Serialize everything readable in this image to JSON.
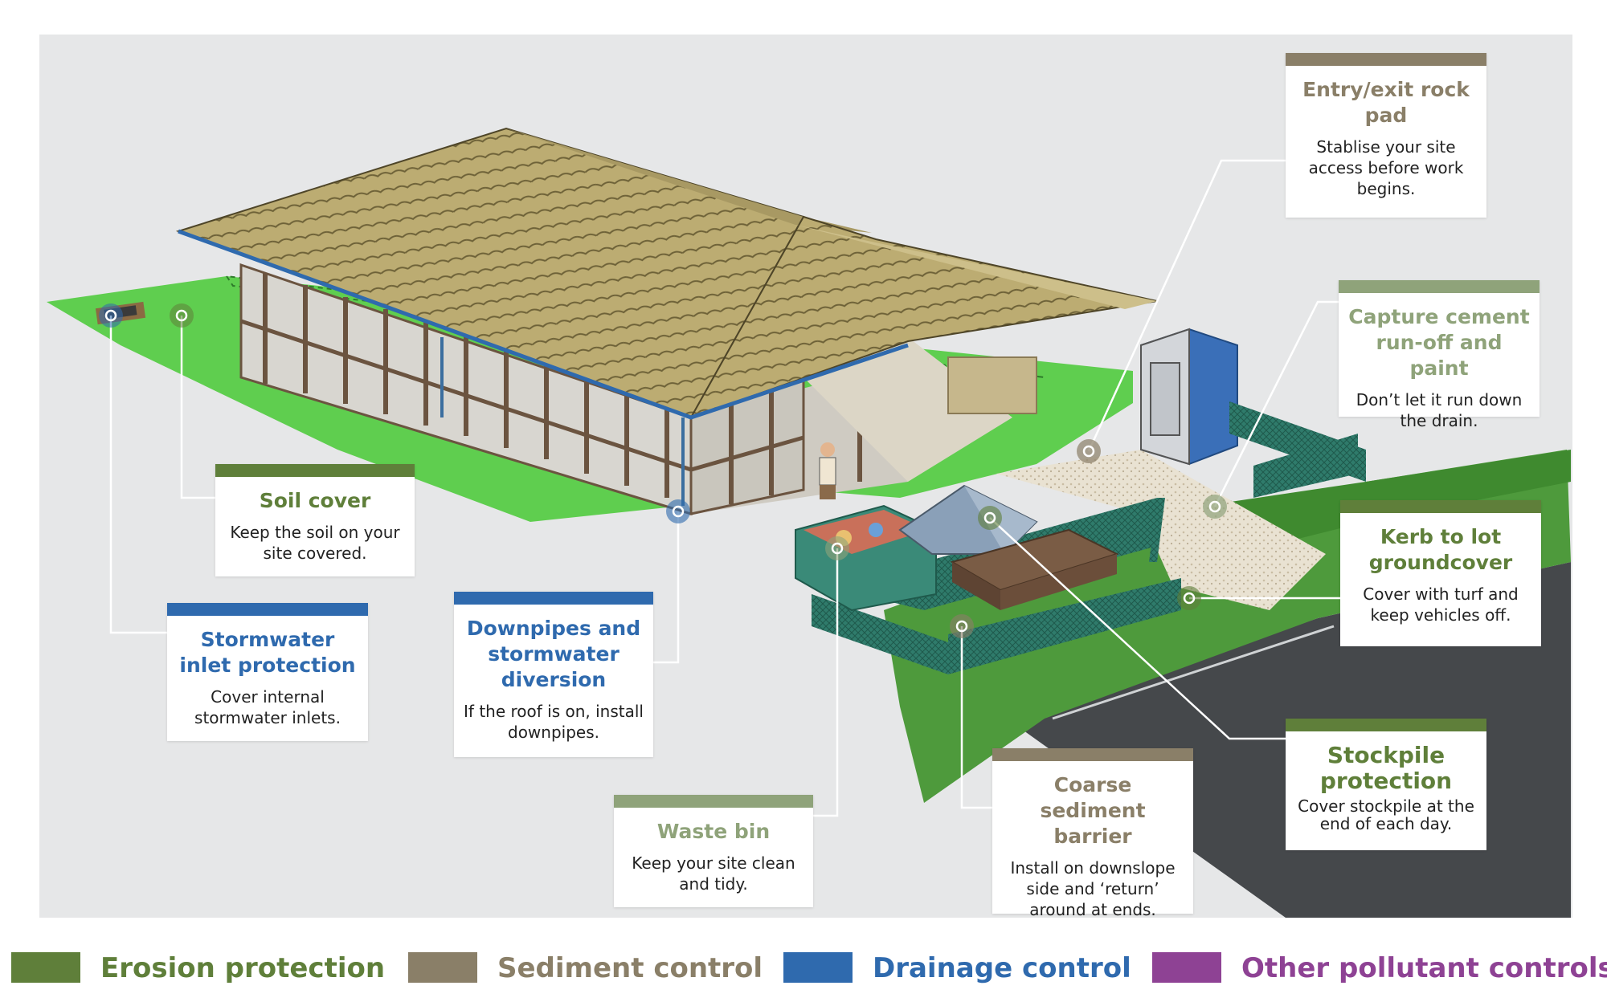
{
  "callouts": {
    "soil_cover": {
      "title": "Soil cover",
      "desc": "Keep the soil on your site covered."
    },
    "stormwater_inlet": {
      "title": "Stormwater inlet protection",
      "desc": "Cover internal stormwater inlets."
    },
    "downpipes": {
      "title": "Downpipes and stormwater diversion",
      "desc": "If the roof is on, install downpipes."
    },
    "waste_bin": {
      "title": "Waste bin",
      "desc": "Keep your site clean and tidy."
    },
    "coarse_sediment": {
      "title": "Coarse sediment barrier",
      "desc": "Install on downslope side and ‘return’ around at ends."
    },
    "stockpile": {
      "title": "Stockpile protection",
      "desc": "Cover stockpile at the end of each day."
    },
    "kerb_to_lot": {
      "title": "Kerb to lot groundcover",
      "desc": "Cover with turf and keep vehicles off."
    },
    "capture_cement": {
      "title": "Capture cement run-off and paint",
      "desc": "Don’t let it run down the drain."
    },
    "entry_exit": {
      "title": "Entry/exit rock pad",
      "desc": "Stablise your site access before work begins."
    }
  },
  "legend": [
    {
      "label": "Erosion protection",
      "color": "#5f7f3a"
    },
    {
      "label": "Sediment control",
      "color": "#8a7f68"
    },
    {
      "label": "Drainage control",
      "color": "#2f6aae"
    },
    {
      "label": "Other pollutant controls",
      "color": "#8e4294"
    }
  ],
  "colors": {
    "panel": "#e6e7e8",
    "grass": "#5fce4f",
    "lawn": "#4f9a3a",
    "road": "#45484b",
    "roof": "#b9a970",
    "frame": "#6b5440",
    "fence": "#2e7a6a",
    "toilet": "#3a6fb8"
  }
}
